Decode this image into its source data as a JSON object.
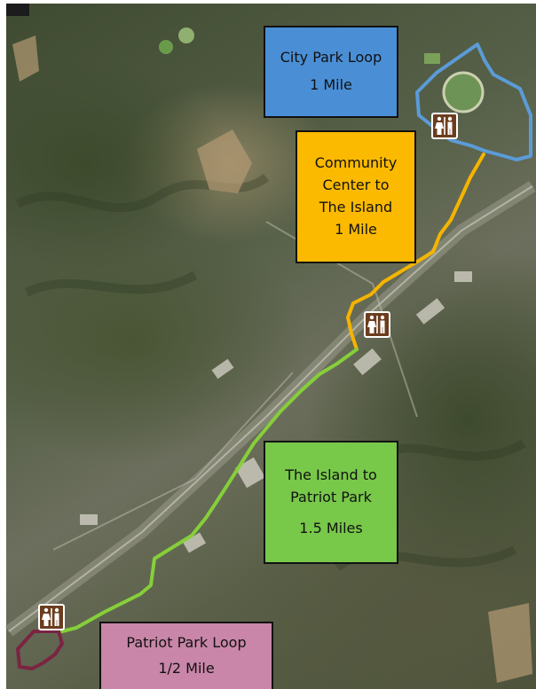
{
  "labels": {
    "city_park_loop": {
      "name": "City Park Loop",
      "distance": "1 Mile",
      "color": "#4a8fd6"
    },
    "community_center": {
      "name_lines": [
        "Community",
        "Center to",
        "The Island"
      ],
      "distance": "1 Mile",
      "color": "#fbba00"
    },
    "island_to_patriot": {
      "name_lines": [
        "The Island to",
        "Patriot Park"
      ],
      "distance": "1.5 Miles",
      "color": "#78c84a"
    },
    "patriot_park_loop": {
      "name": "Patriot Park Loop",
      "distance": "1/2 Mile",
      "color": "#c986a8"
    }
  },
  "trail_colors": {
    "city_park_loop": "#5b9bd8",
    "community_to_island": "#f5b400",
    "island_to_patriot": "#86cf3a",
    "patriot_park_loop": "#7a2442"
  },
  "icons": [
    "restroom-icon",
    "restroom-icon",
    "restroom-icon"
  ]
}
